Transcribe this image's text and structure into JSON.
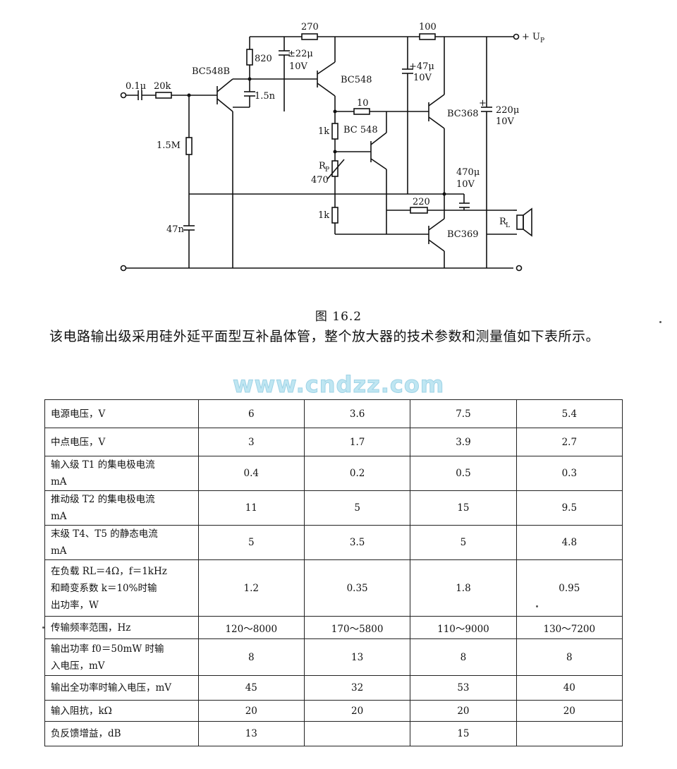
{
  "schematic": {
    "labels": {
      "bc548b": "BC548B",
      "cap_in": "0.1μ",
      "r_in": "20k",
      "r_bias": "1.5M",
      "cap_47n": "47n",
      "r_820": "820",
      "cap_22u": "±22μ",
      "cap_22u_v": "10V",
      "cap_15n": "1.5n",
      "r_270": "270",
      "bc548_t2": "BC548",
      "r_10": "10",
      "r_1k_top": "1k",
      "bc548_t3": "BC 548",
      "rp": "R",
      "rp_sub": "P",
      "rp_val": "470",
      "r_1k_bot": "1k",
      "r_100": "100",
      "cap_47u": "+47μ",
      "cap_47u_v": "10V",
      "bc368": "BC368",
      "cap_220u": "220μ",
      "cap_220u_v": "10V",
      "cap_220u_plus": "+",
      "cap_470u": "470μ",
      "cap_470u_v": "10V",
      "r_220": "220",
      "bc369": "BC369",
      "rl": "R",
      "rl_sub": "L",
      "up": "+ U",
      "up_sub": "P"
    }
  },
  "caption": "图 16.2",
  "paragraph": "该电路输出级采用硅外延平面型互补晶体管，整个放大器的技术参数和测量值如下表所示。",
  "watermark": "www.cndzz.com",
  "table": {
    "rows": [
      {
        "label": "电源电压，V",
        "values": [
          "6",
          "3.6",
          "7.5",
          "5.4"
        ]
      },
      {
        "label": "中点电压，V",
        "values": [
          "3",
          "1.7",
          "3.9",
          "2.7"
        ]
      },
      {
        "label": "输入级 T1 的集电极电流\nmA",
        "values": [
          "0.4",
          "0.2",
          "0.5",
          "0.3"
        ]
      },
      {
        "label": "推动级 T2 的集电极电流\nmA",
        "values": [
          "11",
          "5",
          "15",
          "9.5"
        ]
      },
      {
        "label": "末级 T4、T5 的静态电流\nmA",
        "values": [
          "5",
          "3.5",
          "5",
          "4.8"
        ]
      },
      {
        "label": "在负载 RL＝4Ω，f＝1kHz\n和畸变系数 k＝10%时输\n出功率，W",
        "values": [
          "1.2",
          "0.35",
          "1.8",
          "0.95"
        ]
      },
      {
        "label": "传输频率范围，Hz",
        "values": [
          "120～8000",
          "170～5800",
          "110～9000",
          "130～7200"
        ]
      },
      {
        "label": "输出功率 f0＝50mW 时输\n入电压，mV",
        "values": [
          "8",
          "13",
          "8",
          "8"
        ]
      },
      {
        "label": "输出全功率时输入电压，mV",
        "values": [
          "45",
          "32",
          "53",
          "40"
        ]
      },
      {
        "label": "输入阻抗，kΩ",
        "values": [
          "20",
          "20",
          "20",
          "20"
        ]
      },
      {
        "label": "负反馈增益，dB",
        "values": [
          "13",
          "",
          "15",
          ""
        ]
      }
    ],
    "row_heights": [
      40,
      40,
      48,
      48,
      48,
      80,
      32,
      52,
      35,
      30,
      35
    ]
  }
}
